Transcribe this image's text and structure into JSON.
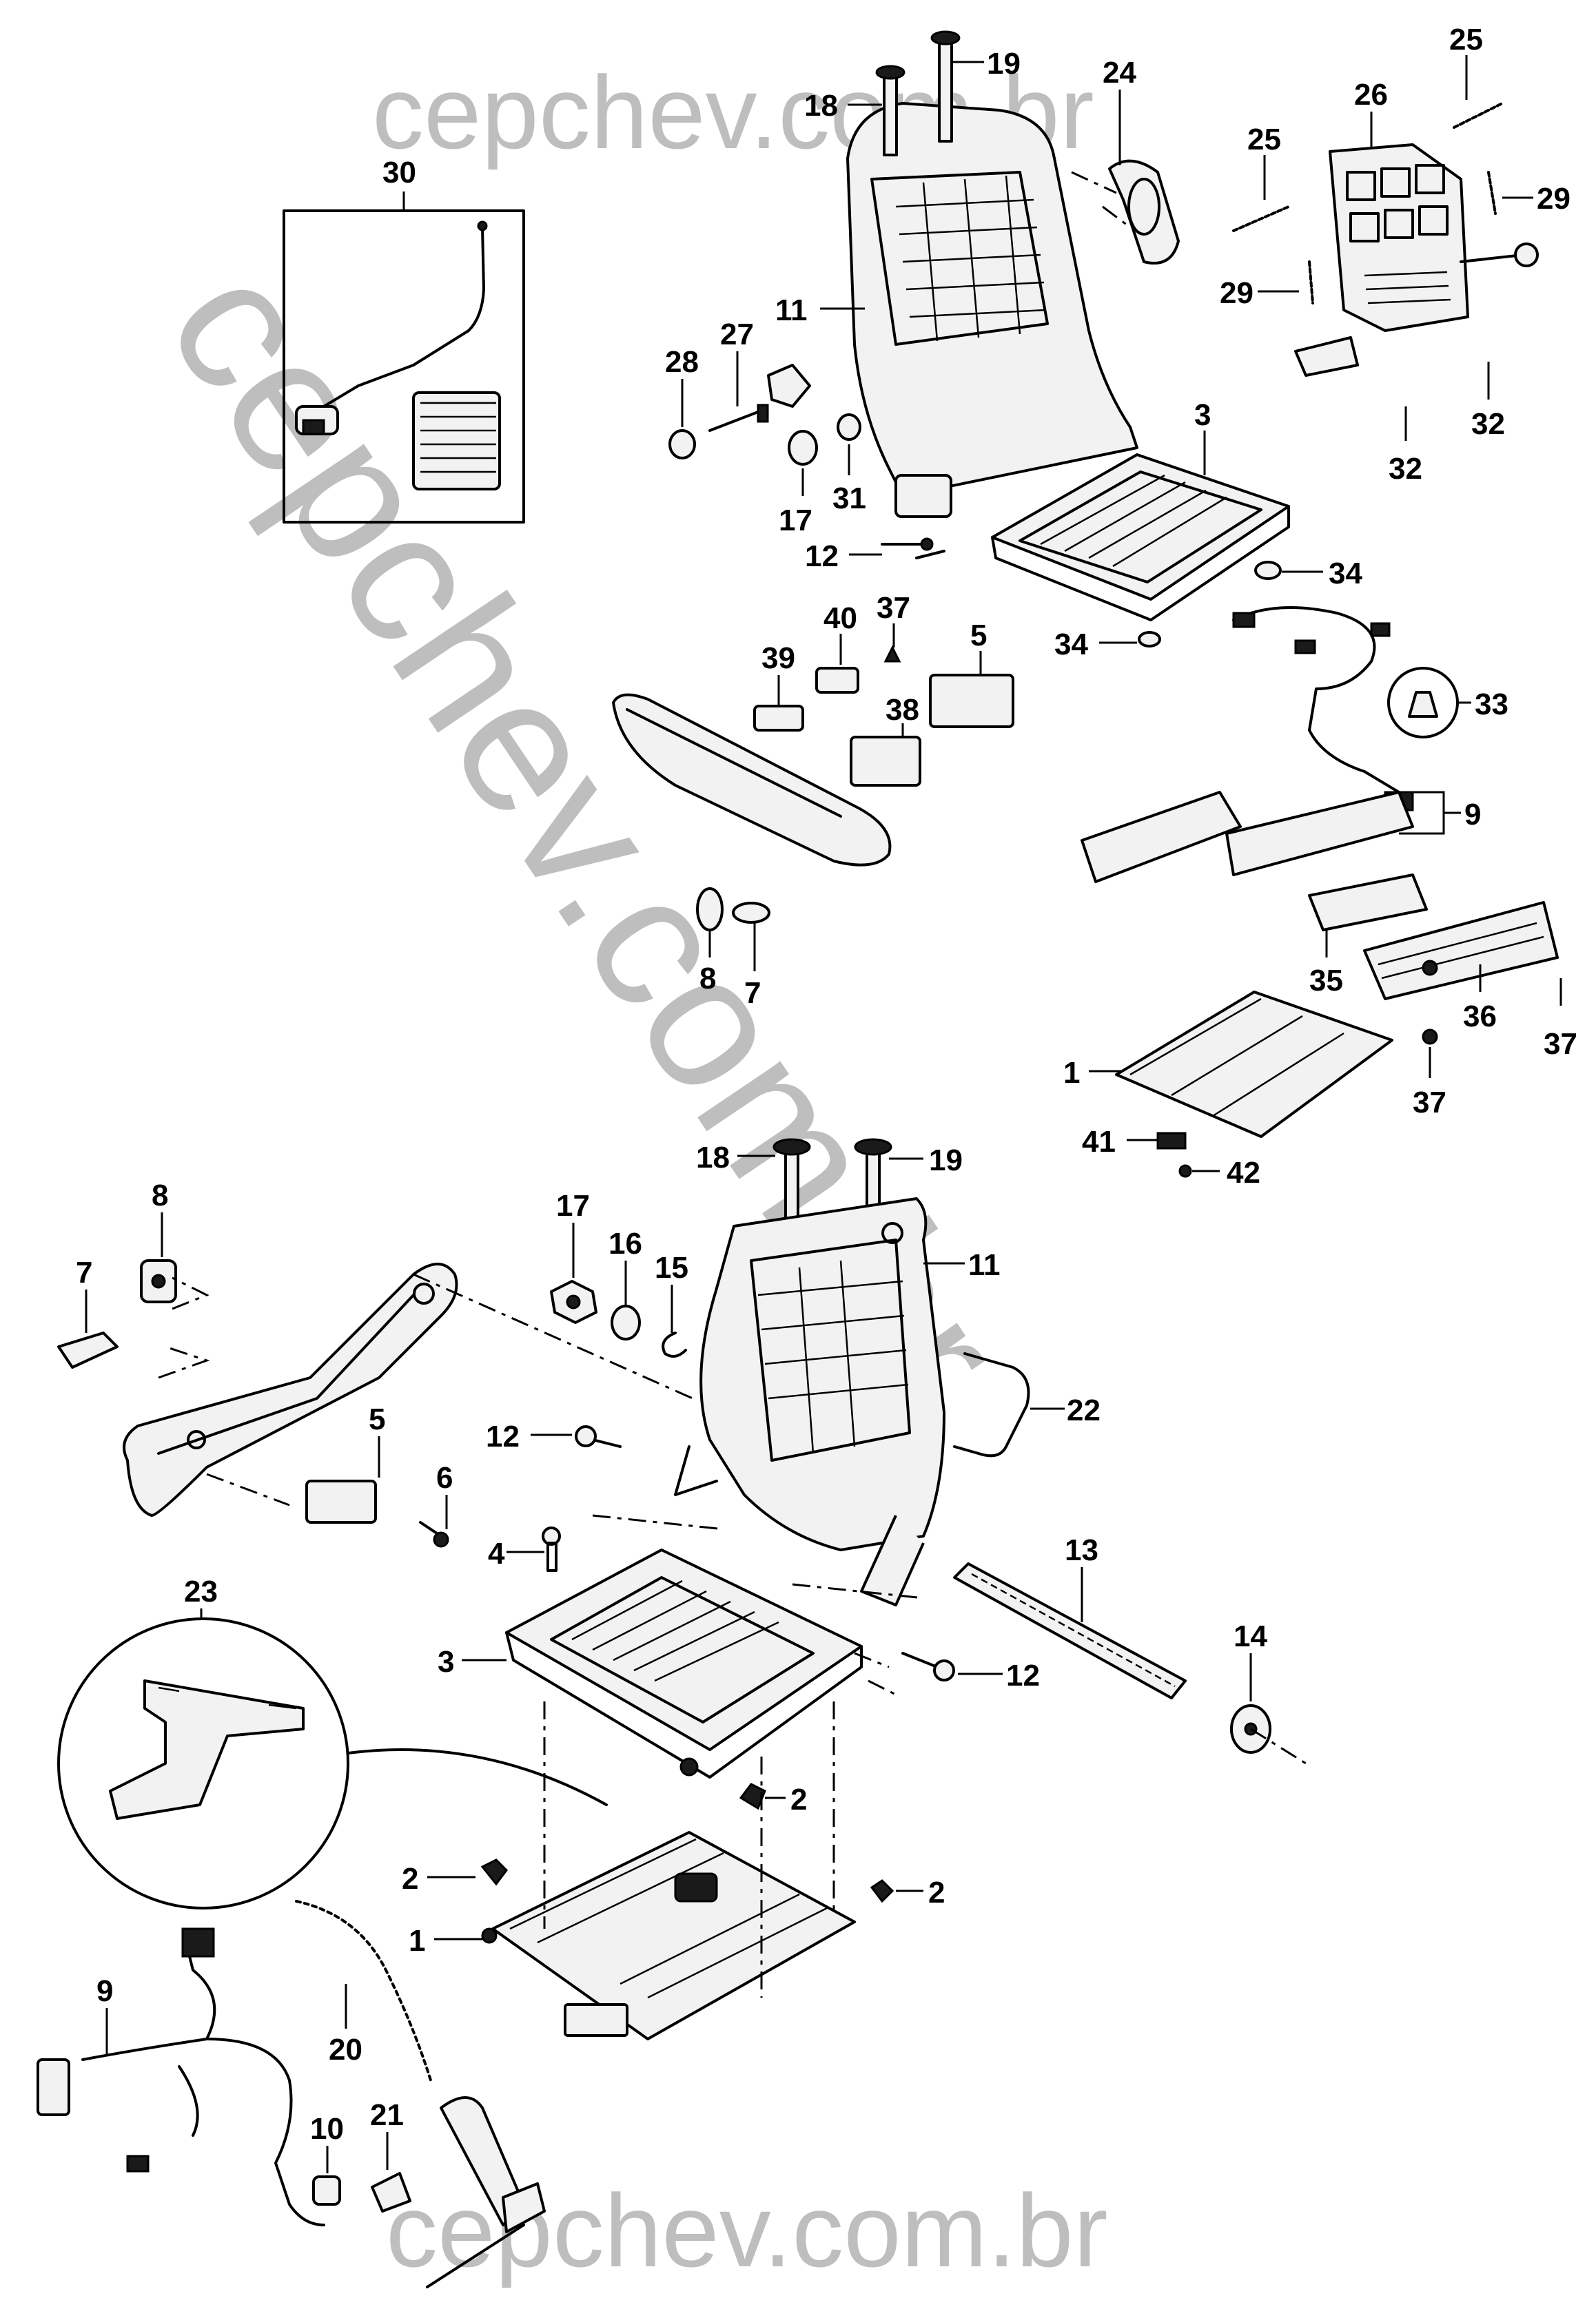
{
  "watermark": {
    "text": "cepchev.com.br",
    "color": "#a9a9a9"
  },
  "callouts": [
    {
      "id": "c19-top",
      "label": "19"
    },
    {
      "id": "c18-top",
      "label": "18"
    },
    {
      "id": "c24",
      "label": "24"
    },
    {
      "id": "c25-a",
      "label": "25"
    },
    {
      "id": "c26",
      "label": "26"
    },
    {
      "id": "c25-b",
      "label": "25"
    },
    {
      "id": "c29-a",
      "label": "29"
    },
    {
      "id": "c29-b",
      "label": "29"
    },
    {
      "id": "c30",
      "label": "30"
    },
    {
      "id": "c11-top",
      "label": "11"
    },
    {
      "id": "c28",
      "label": "28"
    },
    {
      "id": "c27",
      "label": "27"
    },
    {
      "id": "c32-a",
      "label": "32"
    },
    {
      "id": "c32-b",
      "label": "32"
    },
    {
      "id": "c3-top",
      "label": "3"
    },
    {
      "id": "c17-top",
      "label": "17"
    },
    {
      "id": "c31",
      "label": "31"
    },
    {
      "id": "c12-top",
      "label": "12"
    },
    {
      "id": "c34-a",
      "label": "34"
    },
    {
      "id": "c34-b",
      "label": "34"
    },
    {
      "id": "c40",
      "label": "40"
    },
    {
      "id": "c37-a",
      "label": "37"
    },
    {
      "id": "c5-top",
      "label": "5"
    },
    {
      "id": "c39",
      "label": "39"
    },
    {
      "id": "c33",
      "label": "33"
    },
    {
      "id": "c38",
      "label": "38"
    },
    {
      "id": "c9-top",
      "label": "9"
    },
    {
      "id": "c8-top",
      "label": "8"
    },
    {
      "id": "c7-top",
      "label": "7"
    },
    {
      "id": "c35",
      "label": "35"
    },
    {
      "id": "c36",
      "label": "36"
    },
    {
      "id": "c37-b",
      "label": "37"
    },
    {
      "id": "c1-top",
      "label": "1"
    },
    {
      "id": "c37-c",
      "label": "37"
    },
    {
      "id": "c41",
      "label": "41"
    },
    {
      "id": "c42",
      "label": "42"
    },
    {
      "id": "c18-mid",
      "label": "18"
    },
    {
      "id": "c19-mid",
      "label": "19"
    },
    {
      "id": "c17-mid",
      "label": "17"
    },
    {
      "id": "c16",
      "label": "16"
    },
    {
      "id": "c15",
      "label": "15"
    },
    {
      "id": "c11-mid",
      "label": "11"
    },
    {
      "id": "c8-mid",
      "label": "8"
    },
    {
      "id": "c7-mid",
      "label": "7"
    },
    {
      "id": "c22",
      "label": "22"
    },
    {
      "id": "c12-mid",
      "label": "12"
    },
    {
      "id": "c5-mid",
      "label": "5"
    },
    {
      "id": "c6",
      "label": "6"
    },
    {
      "id": "c4",
      "label": "4"
    },
    {
      "id": "c13",
      "label": "13"
    },
    {
      "id": "c23",
      "label": "23"
    },
    {
      "id": "c3-mid",
      "label": "3"
    },
    {
      "id": "c12-low",
      "label": "12"
    },
    {
      "id": "c14",
      "label": "14"
    },
    {
      "id": "c2-a",
      "label": "2"
    },
    {
      "id": "c2-b",
      "label": "2"
    },
    {
      "id": "c2-c",
      "label": "2"
    },
    {
      "id": "c1-low",
      "label": "1"
    },
    {
      "id": "c9-low",
      "label": "9"
    },
    {
      "id": "c20",
      "label": "20"
    },
    {
      "id": "c10",
      "label": "10"
    },
    {
      "id": "c21",
      "label": "21"
    }
  ]
}
